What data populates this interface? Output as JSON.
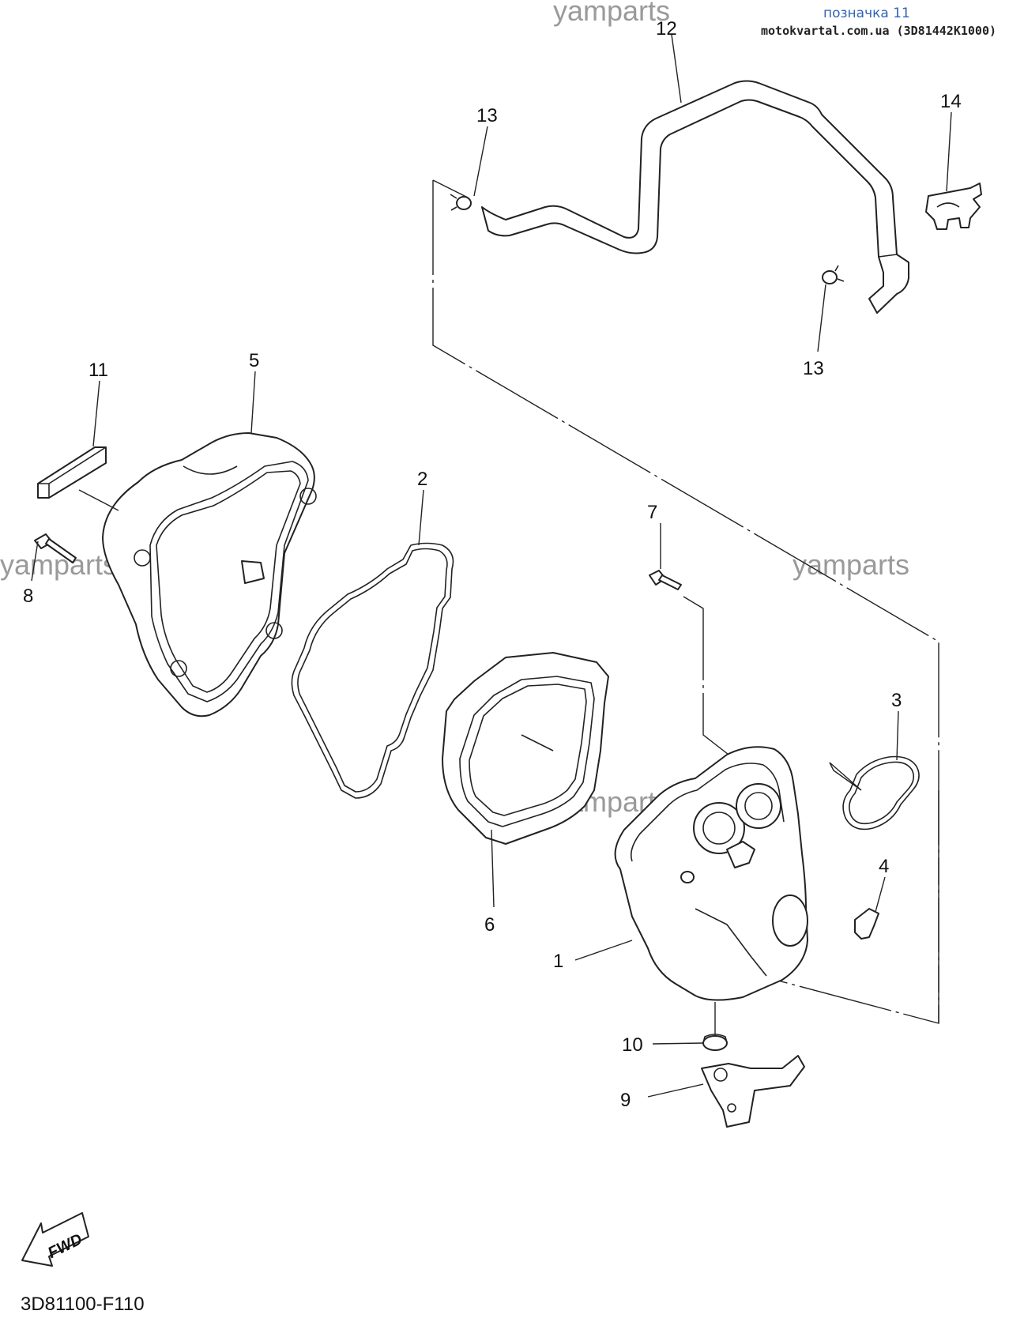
{
  "header": {
    "title": "позначка 11",
    "source": "motokvartal.com.ua (3D81442K1000)"
  },
  "watermarks": [
    "yamparts",
    "yamparts",
    "yamparts",
    "yamparts"
  ],
  "callouts": [
    "1",
    "2",
    "3",
    "4",
    "5",
    "6",
    "7",
    "8",
    "9",
    "10",
    "11",
    "12",
    "13",
    "13",
    "14"
  ],
  "diagram_code": "3D81100-F110",
  "fwd_label": "FWD",
  "colors": {
    "header_blue": "#2f63b8",
    "ink": "#222222",
    "watermark": "#9a9a9a"
  }
}
